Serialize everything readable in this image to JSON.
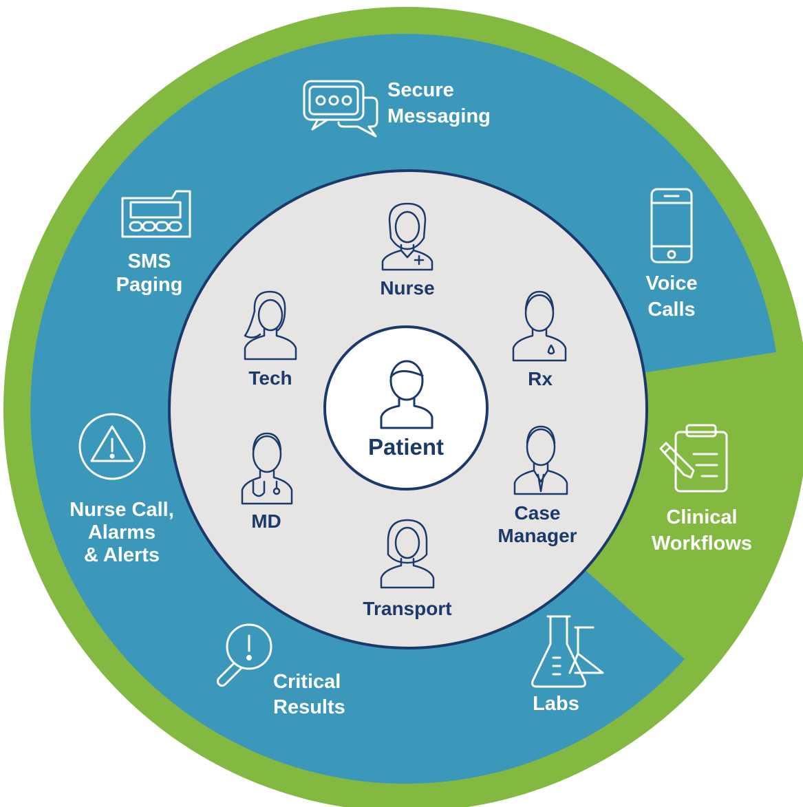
{
  "colors": {
    "outer_ring": "#84b941",
    "middle_ring": "#3c98bb",
    "inner_disc": "#e6e5e4",
    "navy": "#1b3a6b",
    "center_fill": "#ffffff"
  },
  "center": {
    "label": "Patient",
    "icon": "patient-icon"
  },
  "roles": [
    {
      "id": "nurse",
      "label": "Nurse",
      "icon": "nurse-icon"
    },
    {
      "id": "rx",
      "label": "Rx",
      "icon": "pharmacist-icon"
    },
    {
      "id": "case-manager",
      "label_lines": [
        "Case",
        "Manager"
      ],
      "icon": "case-manager-icon"
    },
    {
      "id": "transport",
      "label": "Transport",
      "icon": "transport-icon"
    },
    {
      "id": "md",
      "label": "MD",
      "icon": "doctor-icon"
    },
    {
      "id": "tech",
      "label": "Tech",
      "icon": "tech-icon"
    }
  ],
  "channels": [
    {
      "id": "secure-messaging",
      "label_lines": [
        "Secure",
        "Messaging"
      ],
      "icon": "chat-bubbles-icon"
    },
    {
      "id": "voice-calls",
      "label_lines": [
        "Voice",
        "Calls"
      ],
      "icon": "smartphone-icon"
    },
    {
      "id": "clinical-workflows",
      "label_lines": [
        "Clinical",
        "Workflows"
      ],
      "icon": "clipboard-icon"
    },
    {
      "id": "labs",
      "label_lines": [
        "Labs"
      ],
      "icon": "flasks-icon"
    },
    {
      "id": "critical-results",
      "label_lines": [
        "Critical",
        "Results"
      ],
      "icon": "magnifier-alert-icon"
    },
    {
      "id": "nurse-call",
      "label_lines": [
        "Nurse Call,",
        "Alarms",
        "& Alerts"
      ],
      "icon": "warning-triangle-icon"
    },
    {
      "id": "sms-paging",
      "label_lines": [
        "SMS",
        "Paging"
      ],
      "icon": "pager-icon"
    }
  ]
}
